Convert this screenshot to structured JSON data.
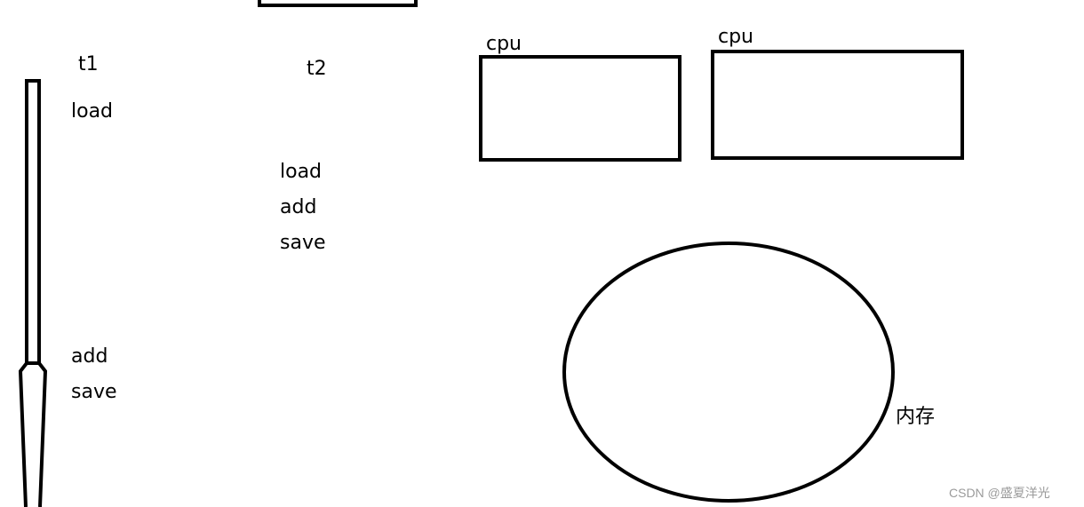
{
  "thread1": {
    "name": "t1",
    "ops_top": [
      "load"
    ],
    "ops_bottom": [
      "add",
      "save"
    ]
  },
  "thread2": {
    "name": "t2",
    "ops": [
      "load",
      "add",
      "save"
    ]
  },
  "cpus": [
    {
      "label": "cpu"
    },
    {
      "label": "cpu"
    }
  ],
  "memory": {
    "label": "内存"
  },
  "watermark": "CSDN @盛夏洋光",
  "colors": {
    "stroke": "#000000",
    "watermark": "#9a9a9a"
  }
}
